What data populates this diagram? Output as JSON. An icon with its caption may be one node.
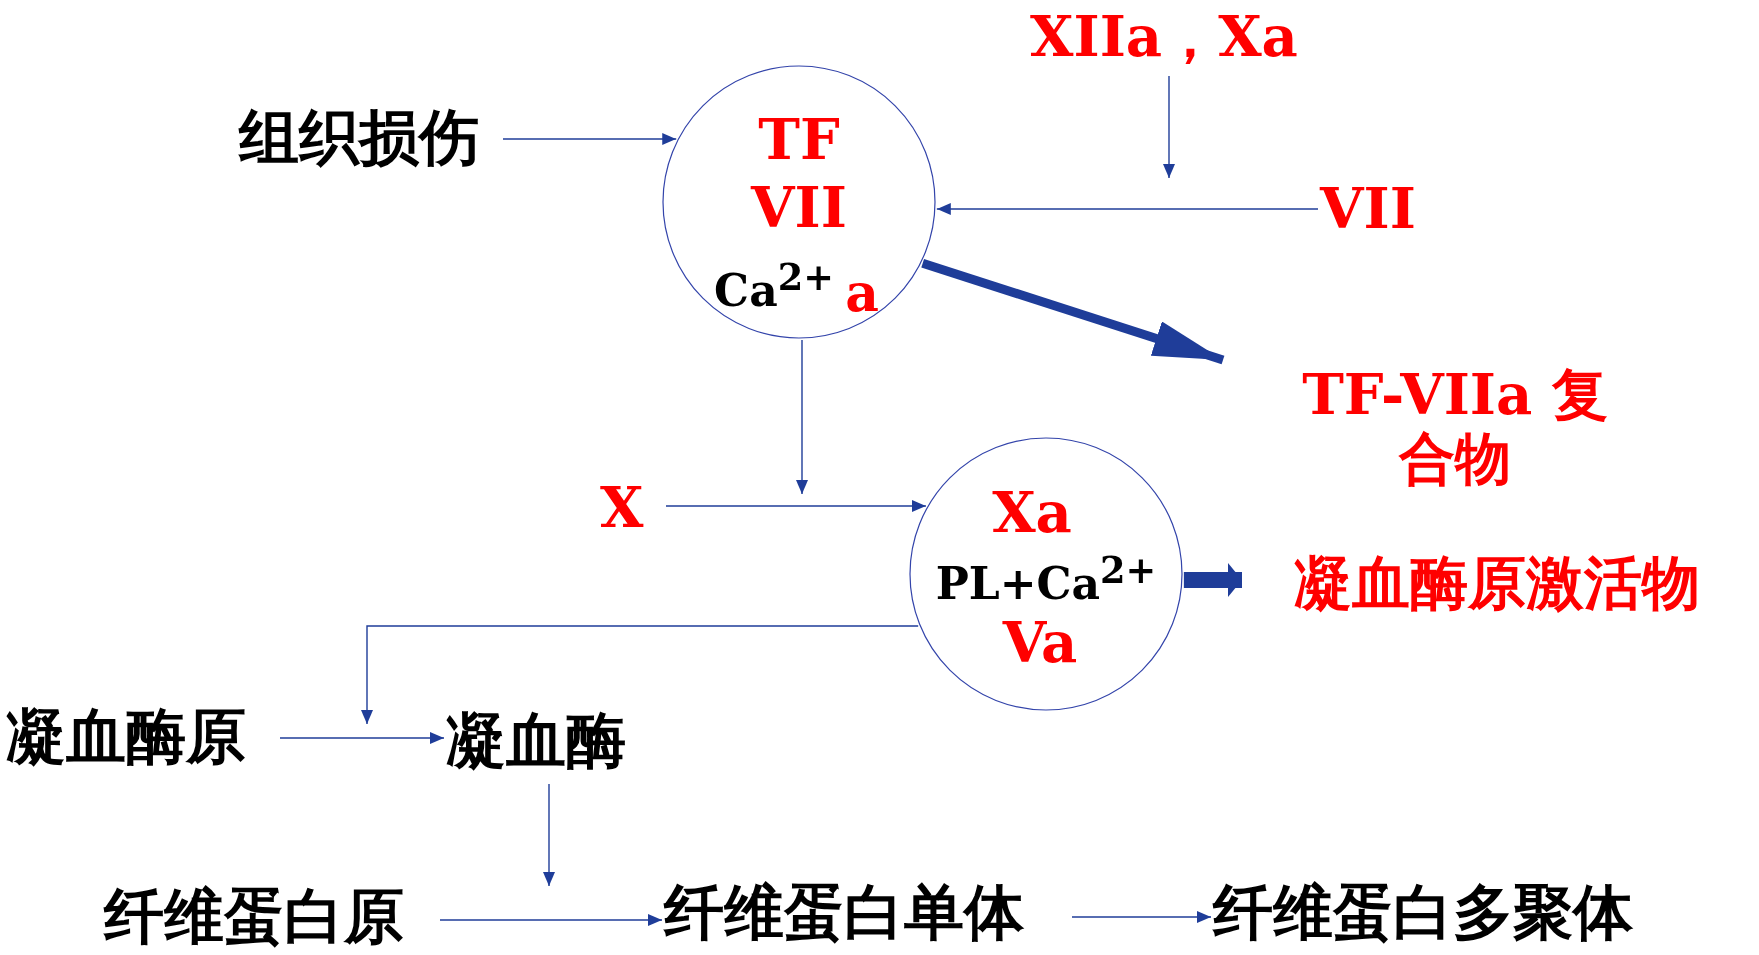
{
  "diagram": {
    "nodes": [
      {
        "text": [
          "组织损伤"
        ]
      },
      {
        "text": [
          "TF",
          "VII",
          "Ca$^{2+}$",
          "a"
        ]
      },
      {
        "text": [
          "XIIa，Xa"
        ]
      },
      {
        "text": [
          "VII"
        ]
      },
      {
        "text": [
          "TF-VIIa 复合物"
        ]
      },
      {
        "text": [
          "X"
        ]
      },
      {
        "text": [
          "Xa",
          "PL+Ca$^{2+}$",
          "Va"
        ]
      },
      {
        "text": [
          "凝血酶原激活物"
        ]
      },
      {
        "text": [
          "凝血酶原"
        ]
      },
      {
        "text": [
          "凝血酶"
        ]
      },
      {
        "text": [
          "纤维蛋白原"
        ]
      },
      {
        "text": [
          "纤维蛋白单体"
        ]
      },
      {
        "text": [
          "纤维蛋白多聚体"
        ]
      }
    ],
    "edges": [
      {
        "from": 0,
        "to": 1,
        "arrow": "to"
      },
      {
        "from": 2,
        "to": null,
        "arrow": "to"
      },
      {
        "from": 3,
        "to": 1,
        "arrow": "to"
      },
      {
        "from": 1,
        "to": 4,
        "arrow": "to",
        "style": "thick"
      },
      {
        "from": 1,
        "to": null,
        "arrow": "to"
      },
      {
        "from": 5,
        "to": 6,
        "arrow": "to"
      },
      {
        "from": 6,
        "to": 7,
        "arrow": "to",
        "style": "thick"
      },
      {
        "from": 6,
        "to": null,
        "arrow": "to"
      },
      {
        "from": 8,
        "to": 9,
        "arrow": "to"
      },
      {
        "from": 9,
        "to": null,
        "arrow": "to"
      },
      {
        "from": 10,
        "to": 11,
        "arrow": "to"
      },
      {
        "from": 11,
        "to": 12,
        "arrow": "to"
      }
    ]
  }
}
